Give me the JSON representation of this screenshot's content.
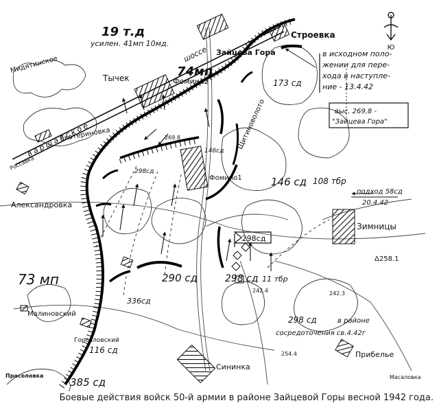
{
  "caption": "Боевые действия войск 50-й армии в районе Зайцевой Горы весной 1942 года.",
  "labels": {
    "div19": "19 т.д",
    "reinforced": "усилен. 41мп 10мд.",
    "mydyatinskoe": "Мидятинское",
    "tychek": "Тычек",
    "regt74": "74мп",
    "fomino2": "Фомино2",
    "stroevka": "Строевка",
    "zaitseva_gora": "Зайцева Гора",
    "sd173": "173 сд",
    "note_line1": "в исходном поло-",
    "note_line2": "жении для пере-",
    "note_line3": "хода в наступле-",
    "note_line4": "ние - 13.4.42",
    "hill_line1": "выс. 269,8 -",
    "hill_line2": "\"Зайцева Гора\"",
    "shosse": "шоссе",
    "varshavskoe": "варшавское",
    "ekaterinovka": "Екатериновка",
    "shchitino": "Щитиноволото",
    "h2698": "269.8",
    "sd146_small": "146сд",
    "sd298_small": "298сд",
    "fomino1": "Фомино1",
    "sd146": "146 сд",
    "tbr108": "108 тбр",
    "approach_line1": "подход 58сд",
    "approach_line2": "20.4.42",
    "rossavka": "Россавка",
    "aleksandrovka": "Александровка",
    "zimnitsy": "Зимницы",
    "flag298": "298сд",
    "h2581": "Δ258.1",
    "regt73": "73 мп",
    "sd290": "290 сд",
    "sd298": "298 сд",
    "tbr11": "11 тбр",
    "h2424": "242.4",
    "h2423": "242.3",
    "sd336": "336сд",
    "malinovsky": "Малиновский",
    "sd298b": "298 сд",
    "vrayone": "в районе",
    "sosred": "сосредоточения св.4.42г",
    "gorsalovsky": "Горсаловский",
    "sd116": "116 сд",
    "h2544": "254.4",
    "pribelye": "Прибелье",
    "prasolovka": "Прасоловка",
    "sd385": "385 сд",
    "sininka": "Сининка",
    "masalovka": "Масаловка",
    "north_letter": "Ю"
  },
  "colors": {
    "ink": "#111111",
    "paper": "#ffffff"
  }
}
